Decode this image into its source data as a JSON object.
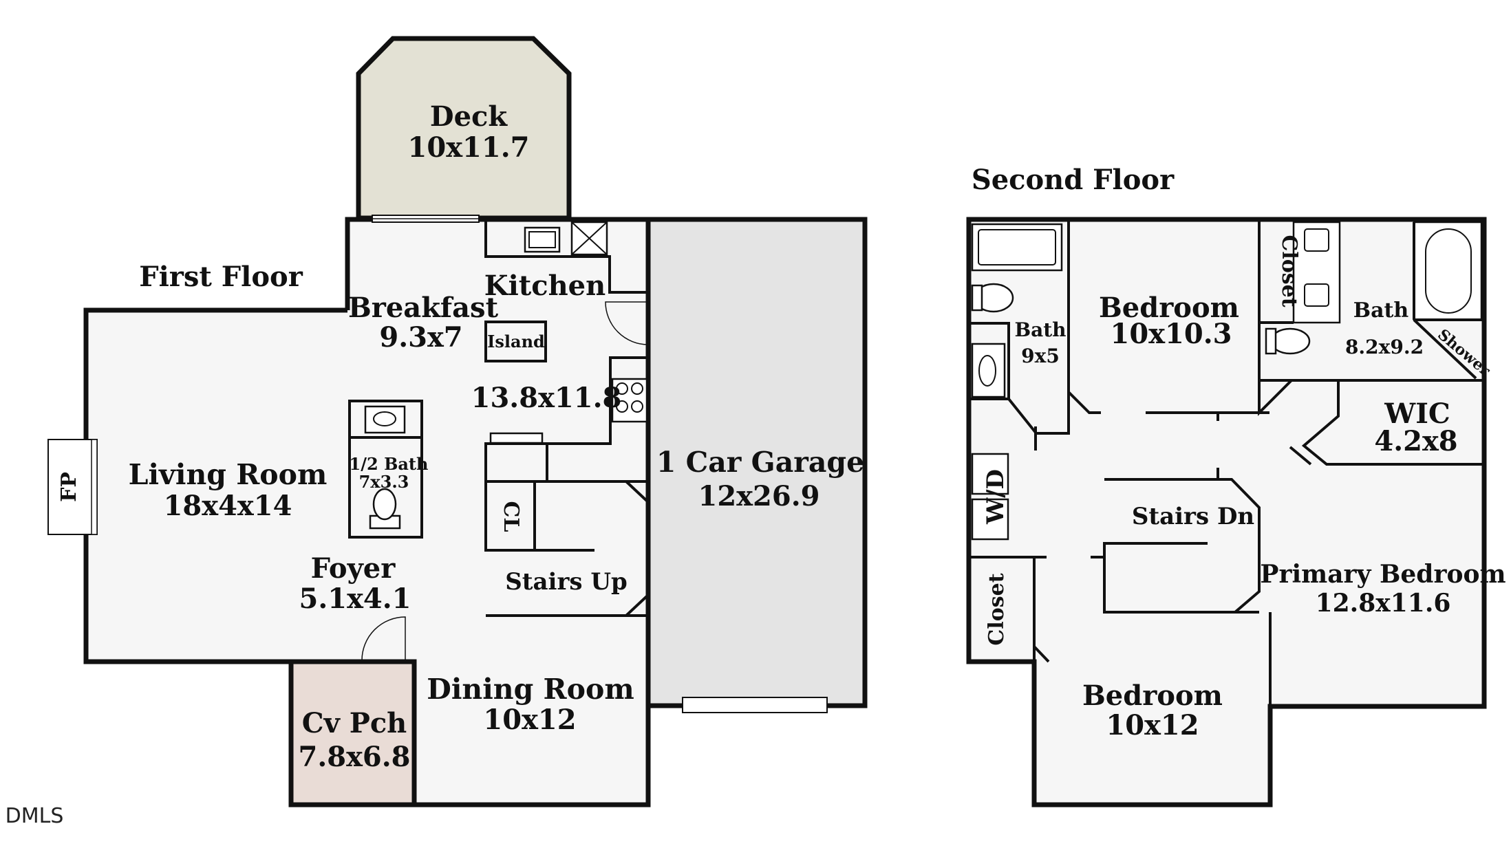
{
  "floor_titles": {
    "first": "First Floor",
    "second": "Second Floor"
  },
  "rooms": {
    "deck": {
      "name": "Deck",
      "dims": "10x11.7"
    },
    "breakfast": {
      "name": "Breakfast",
      "dims": "9.3x7"
    },
    "kitchen": {
      "name": "Kitchen",
      "dims": "13.8x11.8"
    },
    "island": {
      "name": "Island"
    },
    "living": {
      "name": "Living Room",
      "dims": "18x4x14"
    },
    "fireplace": {
      "name": "FP"
    },
    "half_bath": {
      "name": "1/2 Bath",
      "dims": "7x3.3"
    },
    "closet_first": {
      "name": "CL"
    },
    "stairs_up": {
      "name": "Stairs Up"
    },
    "foyer": {
      "name": "Foyer",
      "dims": "5.1x4.1"
    },
    "garage": {
      "name": "1 Car Garage",
      "dims": "12x26.9"
    },
    "porch": {
      "name": "Cv Pch",
      "dims": "7.8x6.8"
    },
    "dining": {
      "name": "Dining Room",
      "dims": "10x12"
    },
    "bath_hall": {
      "name": "Bath",
      "dims": "9x5"
    },
    "bedroom_top": {
      "name": "Bedroom",
      "dims": "10x10.3"
    },
    "closet_primary": {
      "name": "Closet"
    },
    "bath_primary": {
      "name": "Bath",
      "dims": "8.2x9.2"
    },
    "shower": {
      "name": "Shower"
    },
    "wic": {
      "name": "WIC",
      "dims": "4.2x8"
    },
    "laundry": {
      "name": "W/D"
    },
    "stairs_dn": {
      "name": "Stairs Dn"
    },
    "primary_bedroom": {
      "name": "Primary Bedroom",
      "dims": "12.8x11.6"
    },
    "closet_hall": {
      "name": "Closet"
    },
    "bedroom_bottom": {
      "name": "Bedroom",
      "dims": "10x12"
    }
  },
  "watermark": "DMLS",
  "colors": {
    "deck": "#e3e1d4",
    "porch": "#e9dcd6",
    "garage": "#e4e4e4",
    "floor": "#f6f6f6",
    "wall": "#111111"
  }
}
